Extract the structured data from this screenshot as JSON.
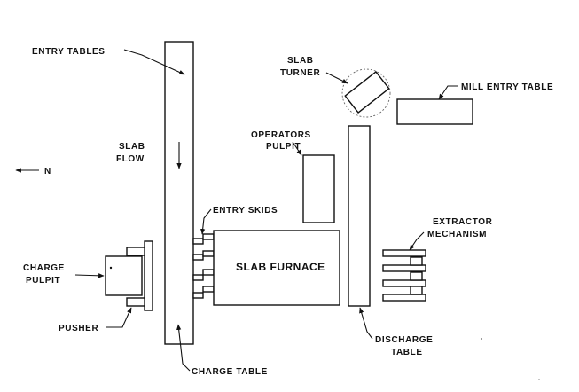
{
  "labels": {
    "entry_tables": "ENTRY TABLES",
    "slab_turner_1": "SLAB",
    "slab_turner_2": "TURNER",
    "mill_entry_table": "MILL ENTRY TABLE",
    "operators_pulpit_1": "OPERATORS",
    "operators_pulpit_2": "PULPIT",
    "slab_flow_1": "SLAB",
    "slab_flow_2": "FLOW",
    "north": "N",
    "entry_skids": "ENTRY SKIDS",
    "extractor_mechanism_1": "EXTRACTOR",
    "extractor_mechanism_2": "MECHANISM",
    "charge_pulpit_1": "CHARGE",
    "charge_pulpit_2": "PULPIT",
    "slab_furnace": "SLAB FURNACE",
    "pusher": "PUSHER",
    "discharge_table_1": "DISCHARGE",
    "discharge_table_2": "TABLE",
    "charge_table": "CHARGE TABLE"
  }
}
